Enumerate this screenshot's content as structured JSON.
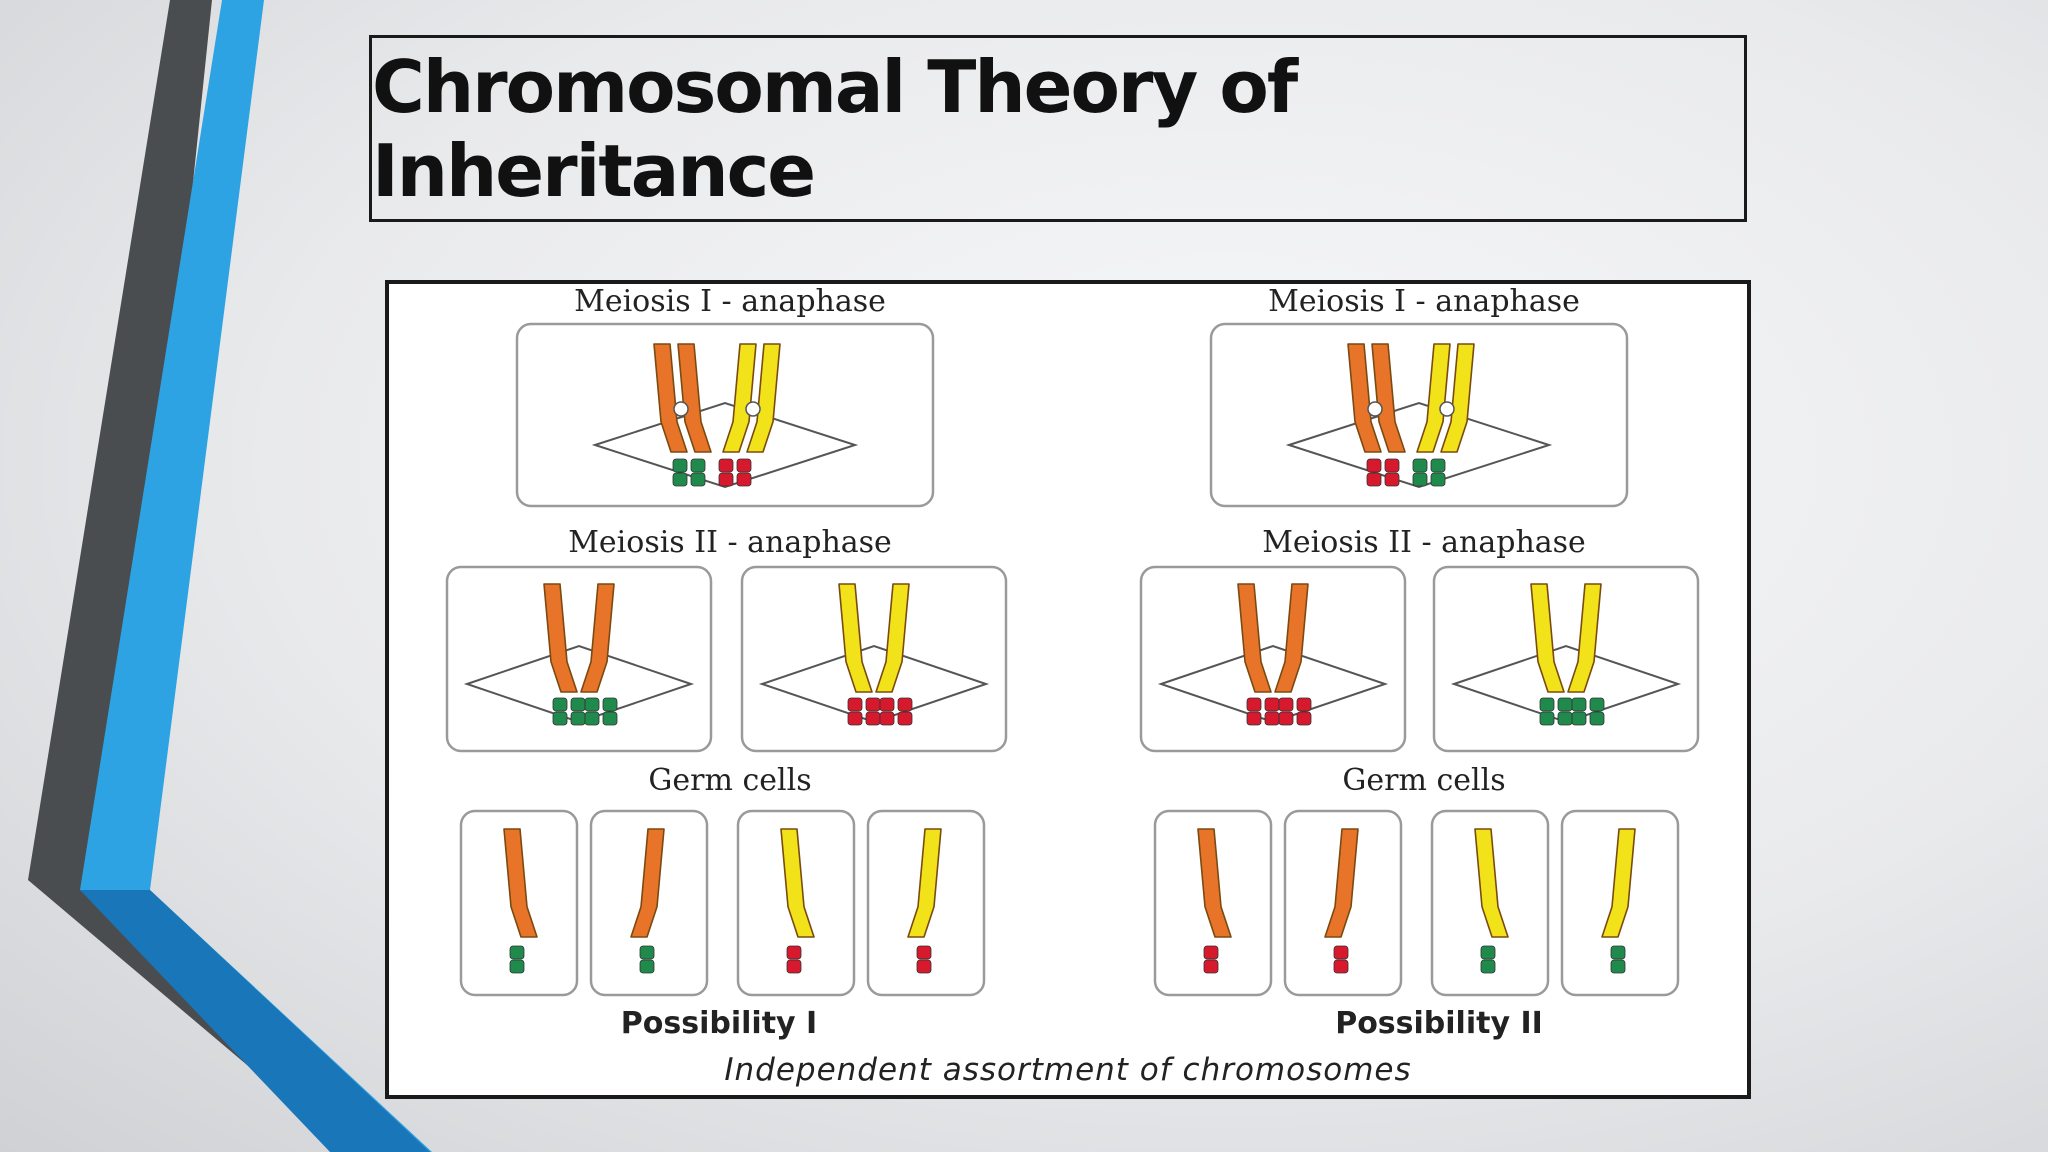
{
  "slide": {
    "title": "Chromosomal Theory of Inheritance"
  },
  "figure": {
    "labels": {
      "meiosis1_left": "Meiosis I - anaphase",
      "meiosis1_right": "Meiosis I - anaphase",
      "meiosis2_left": "Meiosis II - anaphase",
      "meiosis2_right": "Meiosis II - anaphase",
      "germ_left": "Germ cells",
      "germ_right": "Germ cells",
      "possibility_1": "Possibility I",
      "possibility_2": "Possibility II"
    },
    "caption": "Independent assortment of chromosomes"
  },
  "colors": {
    "accent_blue": "#2ea3e3",
    "accent_dark": "#4a4d50",
    "orange_chromosome": "#e8742a",
    "yellow_chromosome": "#f2e21a",
    "green_chromosome": "#1f8a4c",
    "red_chromosome": "#d7192e"
  }
}
